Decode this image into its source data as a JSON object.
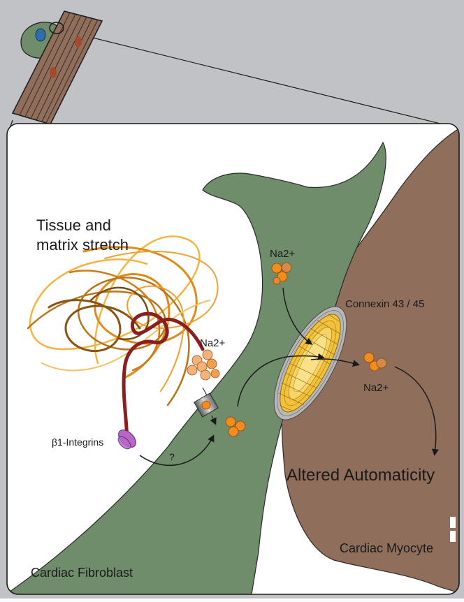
{
  "labels": {
    "stretch_line1": "Tissue and",
    "stretch_line2": "matrix stretch",
    "na_fibroblast": "Na2+",
    "na_channel": "Na2+",
    "na_myocyte": "Na2+",
    "connexin": "Connexin 43 / 45",
    "integrins": "β1-Integrins",
    "question": "?",
    "automaticity": "Altered Automaticity",
    "myocyte": "Cardiac Myocyte",
    "fibroblast": "Cardiac Fibroblast"
  },
  "colors": {
    "outer_background": "#c0c2c5",
    "fibroblast": "#6f8d6a",
    "myocyte": "#8f6e5c",
    "sodium_ion": "#f28c1e",
    "integrin": "#b866c8",
    "connexin": "#f3c23a",
    "integrin_stalk": "#8b1e1e"
  }
}
